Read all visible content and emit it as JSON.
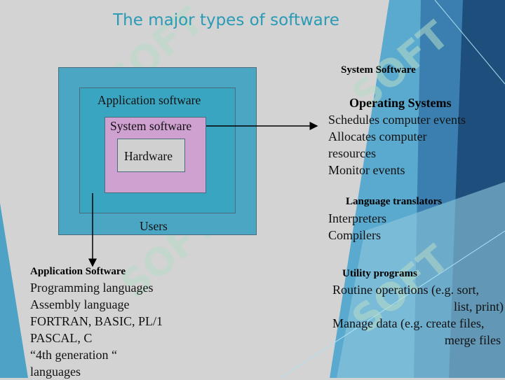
{
  "title": "The major types of software",
  "diagram": {
    "users": "Users",
    "application": "Application software",
    "system": "System software",
    "hardware": "Hardware"
  },
  "system_software": {
    "heading": "System Software",
    "os_heading": "Operating Systems",
    "os_items": [
      "Schedules computer events",
      "Allocates computer",
      "resources",
      "Monitor events"
    ],
    "lt_heading": "Language translators",
    "lt_items": [
      "Interpreters",
      "Compilers"
    ],
    "util_heading": "Utility programs",
    "util_items": [
      "Routine operations (e.g. sort,",
      "list, print)",
      "Manage data (e.g. create files,",
      "merge files"
    ]
  },
  "application_software": {
    "heading": "Application Software",
    "items": [
      "Programming languages",
      "Assembly language",
      "FORTRAN, BASIC, PL/1",
      "PASCAL, C",
      "“4th generation “",
      "languages"
    ]
  },
  "watermark": "SOFT",
  "colors": {
    "title": "#2a9ab5",
    "users_box": "#4ba6c3",
    "app_box": "#39a5c0",
    "system_box": "#cfa1d1",
    "hardware_box": "#d0d0d0"
  }
}
